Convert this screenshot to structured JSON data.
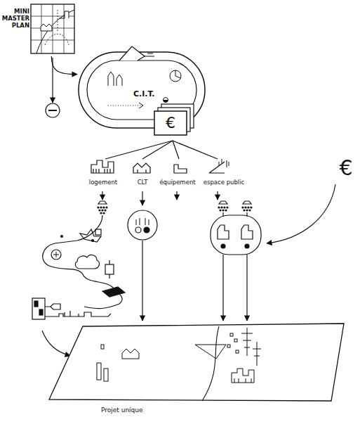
{
  "diagram": {
    "nodes": [
      {
        "text": [
          "MINI MASTER PLAN"
        ]
      },
      {
        "text": [
          "C.I.T."
        ]
      },
      {
        "text": [
          "€"
        ],
        "in": 1
      },
      {
        "text": [
          "Projet unique"
        ]
      }
    ],
    "edges": [
      {
        "from": 0,
        "to": 1,
        "arrow": "to"
      }
    ],
    "labels": [
      "€",
      "logement",
      "CLT",
      "équipement",
      "espace public"
    ]
  }
}
